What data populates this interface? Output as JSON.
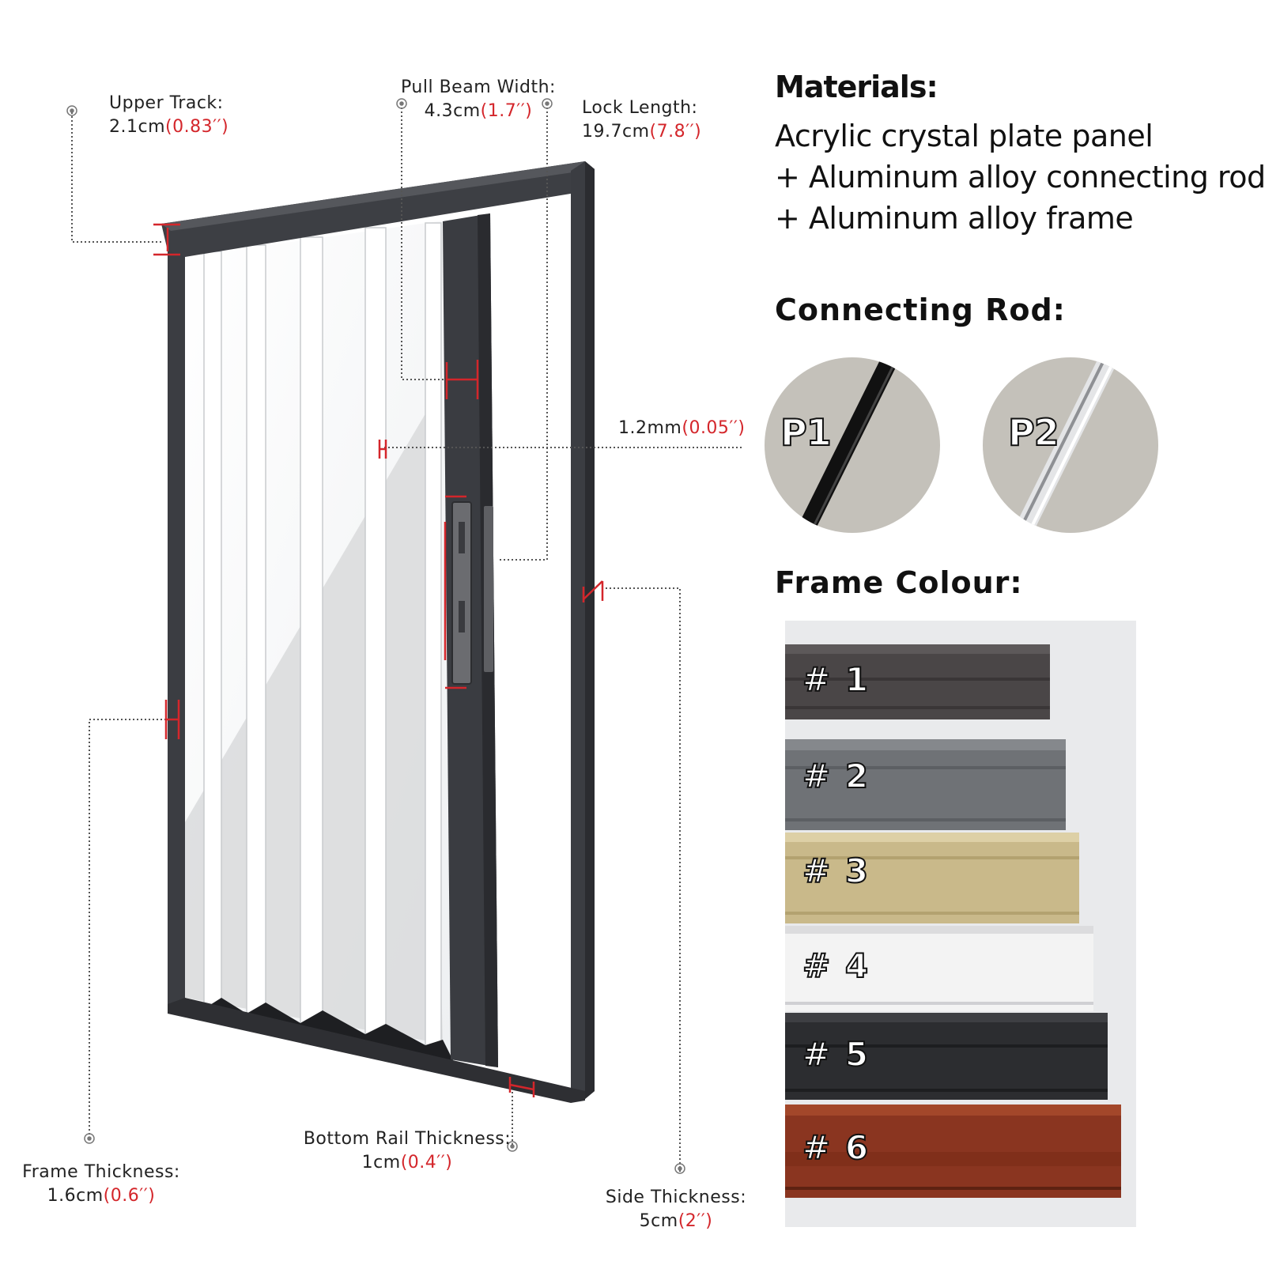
{
  "dimensions": {
    "upper_track": {
      "label": "Upper Track:",
      "value": "2.1cm",
      "imperial": "(0.83′′)"
    },
    "pull_beam_width": {
      "label": "Pull Beam Width:",
      "value": "4.3cm",
      "imperial": "(1.7′′)"
    },
    "lock_length": {
      "label": "Lock Length:",
      "value": "19.7cm",
      "imperial": "(7.8′′)"
    },
    "panel_thickness": {
      "value": "1.2mm",
      "imperial": "(0.05′′)"
    },
    "frame_thickness": {
      "label": "Frame Thickness:",
      "value": "1.6cm",
      "imperial": "(0.6′′)"
    },
    "bottom_rail_thickness": {
      "label": "Bottom Rail Thickness:",
      "value": "1cm",
      "imperial": "(0.4′′)"
    },
    "side_thickness": {
      "label": "Side Thickness:",
      "value": "5cm",
      "imperial": "(2′′)"
    }
  },
  "materials": {
    "heading": "Materials:",
    "lines": [
      "Acrylic crystal plate panel",
      "+ Aluminum alloy connecting rod",
      "+ Aluminum alloy frame"
    ]
  },
  "connecting_rod": {
    "heading": "Connecting Rod:",
    "options": [
      {
        "label": "P1",
        "color": "#111111"
      },
      {
        "label": "P2",
        "color": "#c9cacc"
      }
    ]
  },
  "frame_colour": {
    "heading": "Frame Colour:",
    "swatches": [
      {
        "label": "# 1",
        "color": "#4a4647"
      },
      {
        "label": "# 2",
        "color": "#6f7276"
      },
      {
        "label": "# 3",
        "color": "#c9b98a"
      },
      {
        "label": "# 4",
        "color": "#f3f3f3"
      },
      {
        "label": "# 5",
        "color": "#2c2d30"
      },
      {
        "label": "# 6",
        "color": "#8a3520"
      }
    ]
  },
  "colors": {
    "accent_red": "#d4262b",
    "frame_dark": "#3b3d42"
  }
}
